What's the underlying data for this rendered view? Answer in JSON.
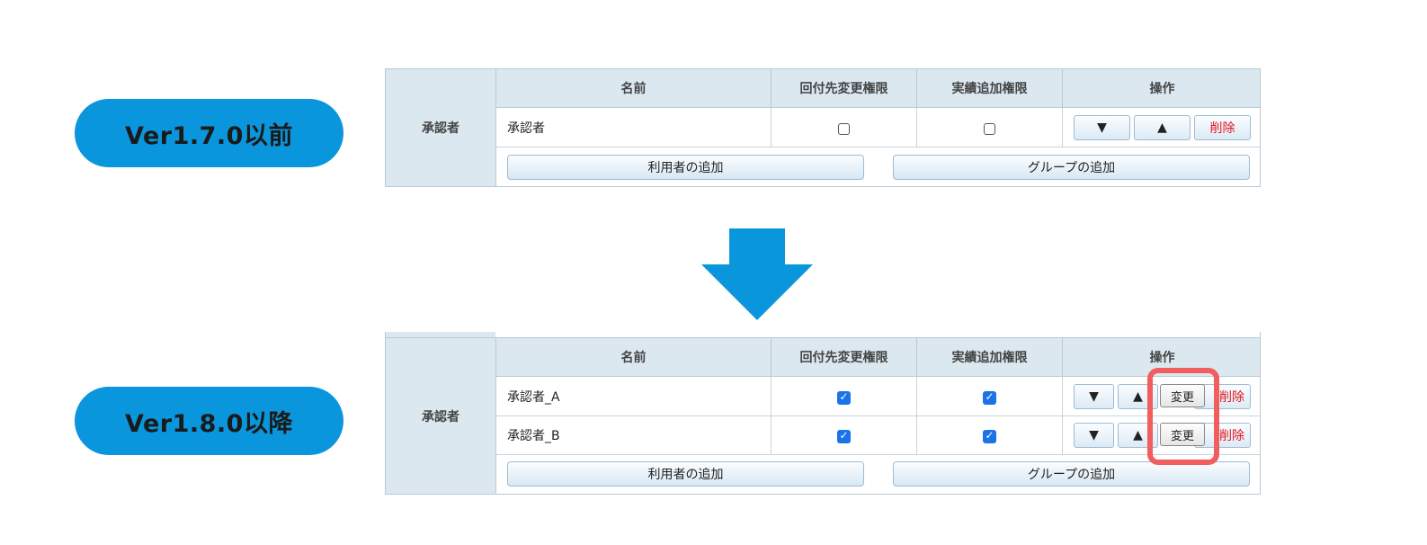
{
  "labels": {
    "before": "Ver1.7.0以前",
    "after": "Ver1.8.0以降"
  },
  "table": {
    "side_label": "承認者",
    "headers": {
      "name": "名前",
      "route_perm": "回付先変更権限",
      "result_perm": "実績追加権限",
      "ops": "操作"
    },
    "add_user": "利用者の追加",
    "add_group": "グループの追加",
    "btn_down": "▼",
    "btn_up": "▲",
    "btn_delete": "削除",
    "btn_change": "変更"
  },
  "before_rows": [
    {
      "name": "承認者",
      "route_perm": false,
      "result_perm": false
    }
  ],
  "after_rows": [
    {
      "name": "承認者_A",
      "route_perm": true,
      "result_perm": true
    },
    {
      "name": "承認者_B",
      "route_perm": true,
      "result_perm": true
    }
  ],
  "colors": {
    "accent": "#0a96dc",
    "highlight": "#f25d5d",
    "delete": "#e0141e",
    "checkbox": "#1a73e8"
  }
}
